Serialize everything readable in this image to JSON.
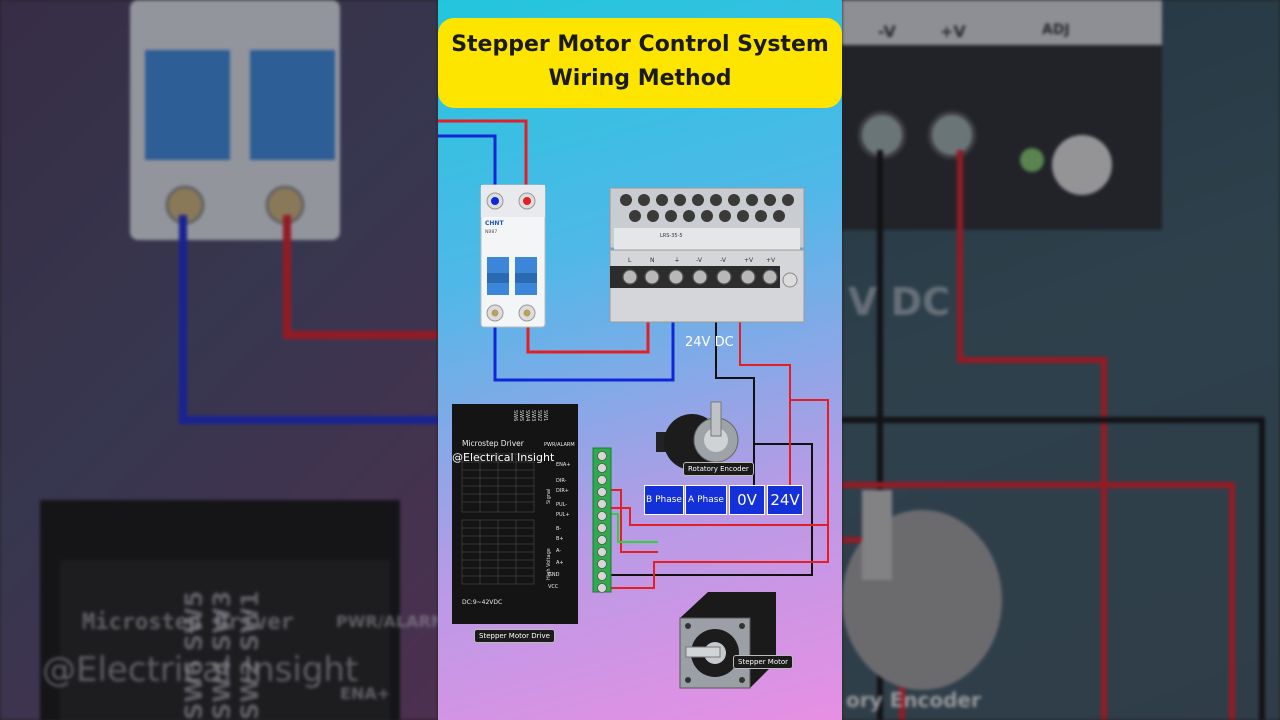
{
  "title": {
    "line1": "Stepper Motor Control System",
    "line2": "Wiring Method"
  },
  "power_supply": {
    "output_label": "24V DC",
    "terminals": [
      "L",
      "N",
      "⏚",
      "-V",
      "-V",
      "+V",
      "+V"
    ],
    "model": "LRS-35-5"
  },
  "breaker": {
    "brand": "CHNT",
    "model": "NB87"
  },
  "encoder": {
    "label": "Rotatory Encoder",
    "terminals": [
      "B Phase",
      "A Phase",
      "0V",
      "24V"
    ]
  },
  "driver": {
    "label": "Stepper Motor Drive",
    "title": "Microstep Driver",
    "pwr_alarm": "PWR/ALARM",
    "dip_labels": [
      "SW1",
      "SW2",
      "SW3",
      "SW4",
      "SW5",
      "SW6"
    ],
    "signal_label": "Signal",
    "high_voltage_label": "High Voltage",
    "voltage_range": "DC:9~42VDC",
    "pins": [
      "ENA+",
      "DIR-",
      "DIR+",
      "PUL-",
      "PUL+",
      "B-",
      "B+",
      "A-",
      "A+",
      "GND",
      "VCC"
    ]
  },
  "motor": {
    "label": "Stepper Motor"
  },
  "watermark": "@Electrical Insight",
  "background": {
    "left_text": "@Electrical Insight",
    "left_driver_title": "Microstep Driver",
    "left_pwr": "PWR/ALARM",
    "left_ena": "ENA+",
    "right_dc": "V DC",
    "right_encoder": "ory Encoder",
    "right_adj": "ADJ",
    "right_minus_v": "-V",
    "right_plus_v": "+V"
  },
  "colors": {
    "title_bg": "#fde500",
    "wire_red": "#e31e24",
    "wire_blue": "#1027d6",
    "wire_black": "#111111",
    "wire_green": "#2fd13a",
    "terminal_box": "#1430d8"
  }
}
